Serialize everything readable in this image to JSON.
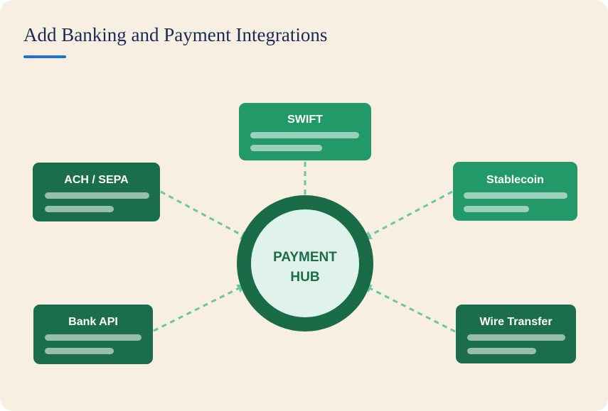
{
  "title": "Add Banking and Payment Integrations",
  "colors": {
    "background": "#f6efe2",
    "title": "#1b2a55",
    "accent_underline": "#1f6fd1",
    "node_dark": "#1a6e4b",
    "node_light": "#23996a",
    "hub_ring": "#1a6b48",
    "hub_fill": "#dff2ec",
    "connector": "#6cc69e"
  },
  "hub": {
    "line1": "PAYMENT",
    "line2": "HUB"
  },
  "nodes": [
    {
      "id": "swift",
      "label": "SWIFT",
      "shade": "light"
    },
    {
      "id": "ach-sepa",
      "label": "ACH / SEPA",
      "shade": "dark"
    },
    {
      "id": "stablecoin",
      "label": "Stablecoin",
      "shade": "light"
    },
    {
      "id": "bank-api",
      "label": "Bank API",
      "shade": "dark"
    },
    {
      "id": "wire-transfer",
      "label": "Wire Transfer",
      "shade": "dark"
    }
  ]
}
